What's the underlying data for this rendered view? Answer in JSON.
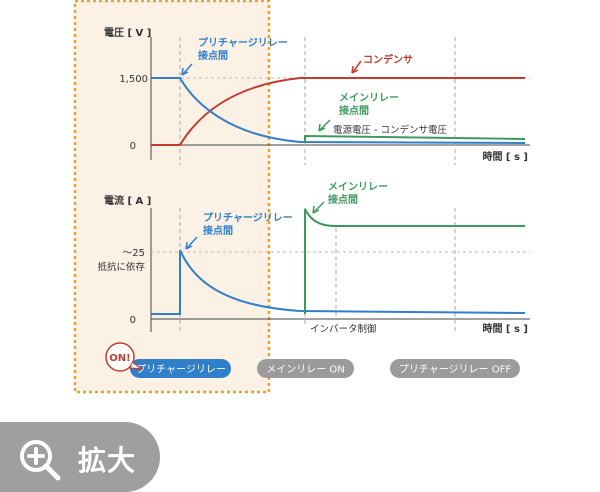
{
  "voltage_panel": {
    "ylabel": "電圧 [ V ]",
    "tick_1500": "1,500",
    "tick_0": "0",
    "xlabel": "時間 [ s ]",
    "precharge_relay_label": [
      "プリチャージリレー",
      "接点間"
    ],
    "capacitor_label": "コンデンサ",
    "main_relay_label": [
      "メインリレー",
      "接点間"
    ],
    "difference_label": "電源電圧 - コンデンサ電圧"
  },
  "current_panel": {
    "ylabel": "電流 [ A ]",
    "tick_25": "～25",
    "tick_25_note": "抵抗に依存",
    "tick_0": "0",
    "xlabel": "時間 [ s ]",
    "precharge_relay_label": [
      "プリチャージリレー",
      "接点間"
    ],
    "main_relay_label": [
      "メインリレー",
      "接点間"
    ],
    "inverter_label": "インバータ制御"
  },
  "events": {
    "on_badge": "ON!",
    "precharge_relay": "プリチャージリレー",
    "main_relay_on": "メインリレー ON",
    "precharge_relay_off": "プリチャージリレー OFF"
  },
  "zoom_button": {
    "label": "拡大",
    "icon": "zoom-in-icon"
  },
  "colors": {
    "blue": "#2f7fca",
    "red": "#c23b2d",
    "green": "#3d9a5e",
    "highlight_fill": "#fbf1e4",
    "highlight_border": "#f0a030",
    "inactive_pill": "#9b9b9b"
  }
}
